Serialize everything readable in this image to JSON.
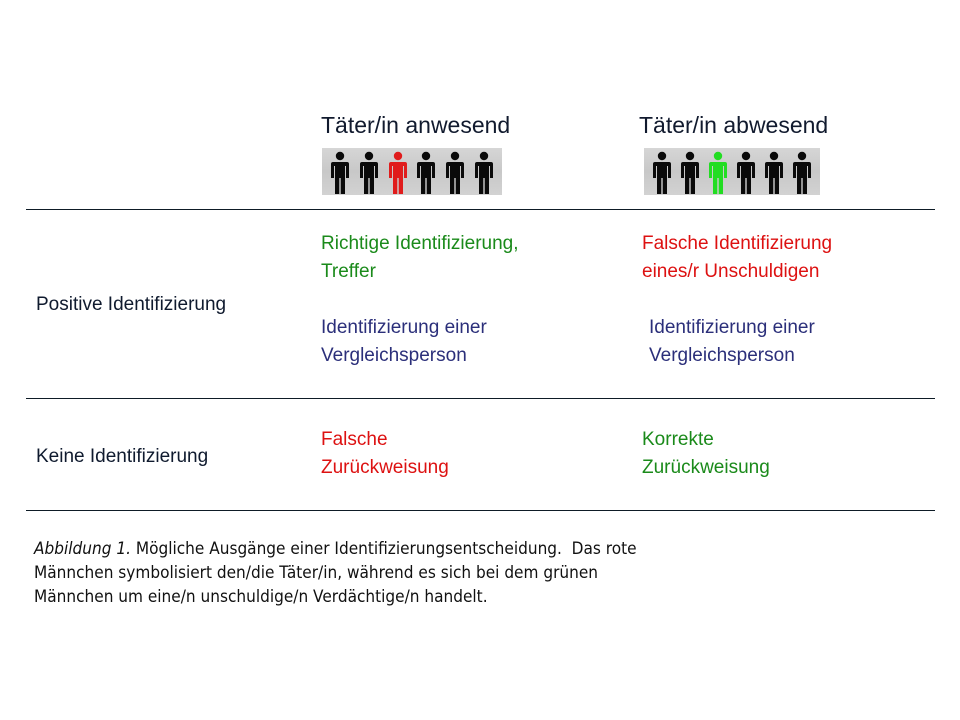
{
  "columns": [
    {
      "heading": "Täter/in anwesend",
      "lineup": {
        "count": 6,
        "highlight_index": 2,
        "highlight_color": "#e01c1c",
        "highlight_meaning": "Täter/in"
      }
    },
    {
      "heading": "Täter/in abwesend",
      "lineup": {
        "count": 6,
        "highlight_index": 2,
        "highlight_color": "#22dd22",
        "highlight_meaning": "unschuldige/r Verdächtige/r"
      }
    }
  ],
  "rows": [
    {
      "label": "Positive Identifizierung",
      "cells": [
        [
          {
            "line1": "Richtige Identifizierung,",
            "line2": "Treffer",
            "color": "green"
          },
          {
            "line1": "Identifizierung einer",
            "line2": "Vergleichsperson",
            "color": "navy"
          }
        ],
        [
          {
            "line1": "Falsche Identifizierung",
            "line2": "eines/r Unschuldigen",
            "color": "red"
          },
          {
            "line1": "Identifizierung einer",
            "line2": "Vergleichsperson",
            "color": "navy"
          }
        ]
      ]
    },
    {
      "label": "Keine Identifizierung",
      "cells": [
        [
          {
            "line1": "Falsche",
            "line2": "Zurückweisung",
            "color": "red"
          }
        ],
        [
          {
            "line1": "Korrekte",
            "line2": "Zurückweisung",
            "color": "green"
          }
        ]
      ]
    }
  ],
  "caption": {
    "figure_label": "Abbildung 1.",
    "line1_rest": " Mögliche Ausgänge einer Identifizierungsentscheidung.  Das rote",
    "line2": "Männchen symbolisiert den/die Täter/in, während es sich bei dem grünen",
    "line3": "Männchen um eine/n unschuldige/n Verdächtige/n handelt."
  },
  "colors": {
    "green": "#1a8a1a",
    "red": "#dd1111",
    "navy": "#2b2f7a",
    "black_figure": "#0a0a0a",
    "lineup_bg": "#cfcfcf"
  }
}
